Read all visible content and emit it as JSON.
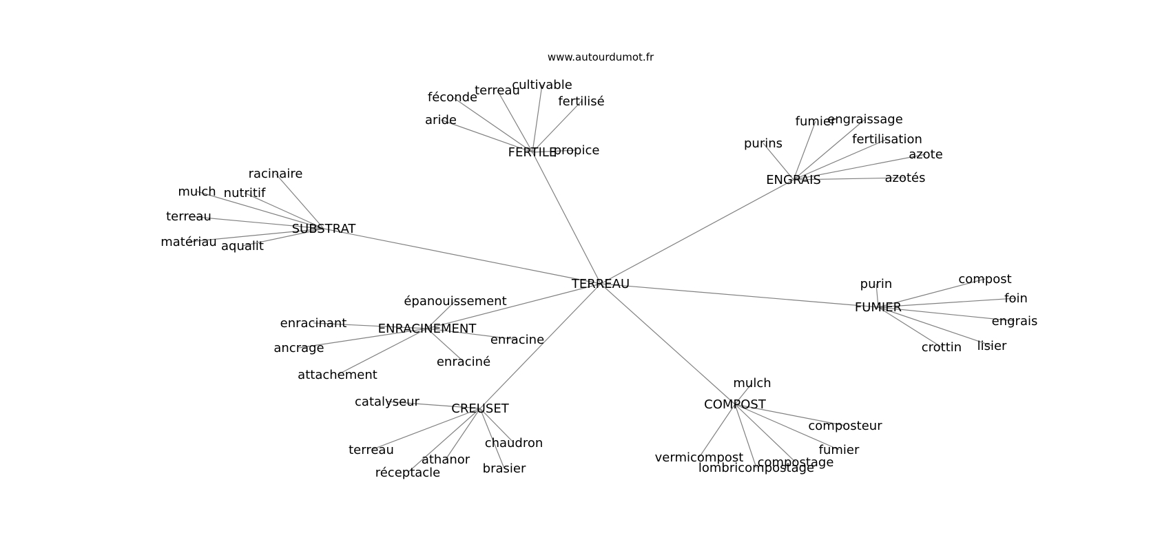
{
  "source": "www.autourdumot.fr",
  "graph": {
    "root": "TERREAU",
    "hubs": [
      {
        "label": "FERTILE",
        "children": [
          "aride",
          "féconde",
          "terreau",
          "cultivable",
          "fertilisé",
          "propice"
        ]
      },
      {
        "label": "ENGRAIS",
        "children": [
          "purins",
          "fumier",
          "engraissage",
          "fertilisation",
          "azote",
          "azotés"
        ]
      },
      {
        "label": "SUBSTRAT",
        "children": [
          "racinaire",
          "mulch",
          "nutritif",
          "terreau",
          "matériau",
          "aqualit"
        ]
      },
      {
        "label": "FUMIER",
        "children": [
          "purin",
          "compost",
          "foin",
          "engrais",
          "lisier",
          "crottin"
        ]
      },
      {
        "label": "ENRACINEMENT",
        "children": [
          "épanouissement",
          "enracinant",
          "ancrage",
          "attachement",
          "enraciné",
          "enracine"
        ]
      },
      {
        "label": "CREUSET",
        "children": [
          "catalyseur",
          "terreau",
          "athanor",
          "réceptacle",
          "brasier",
          "chaudron"
        ]
      },
      {
        "label": "COMPOST",
        "children": [
          "mulch",
          "composteur",
          "fumier",
          "compostage",
          "lombricompostage",
          "vermicompost"
        ]
      }
    ]
  }
}
